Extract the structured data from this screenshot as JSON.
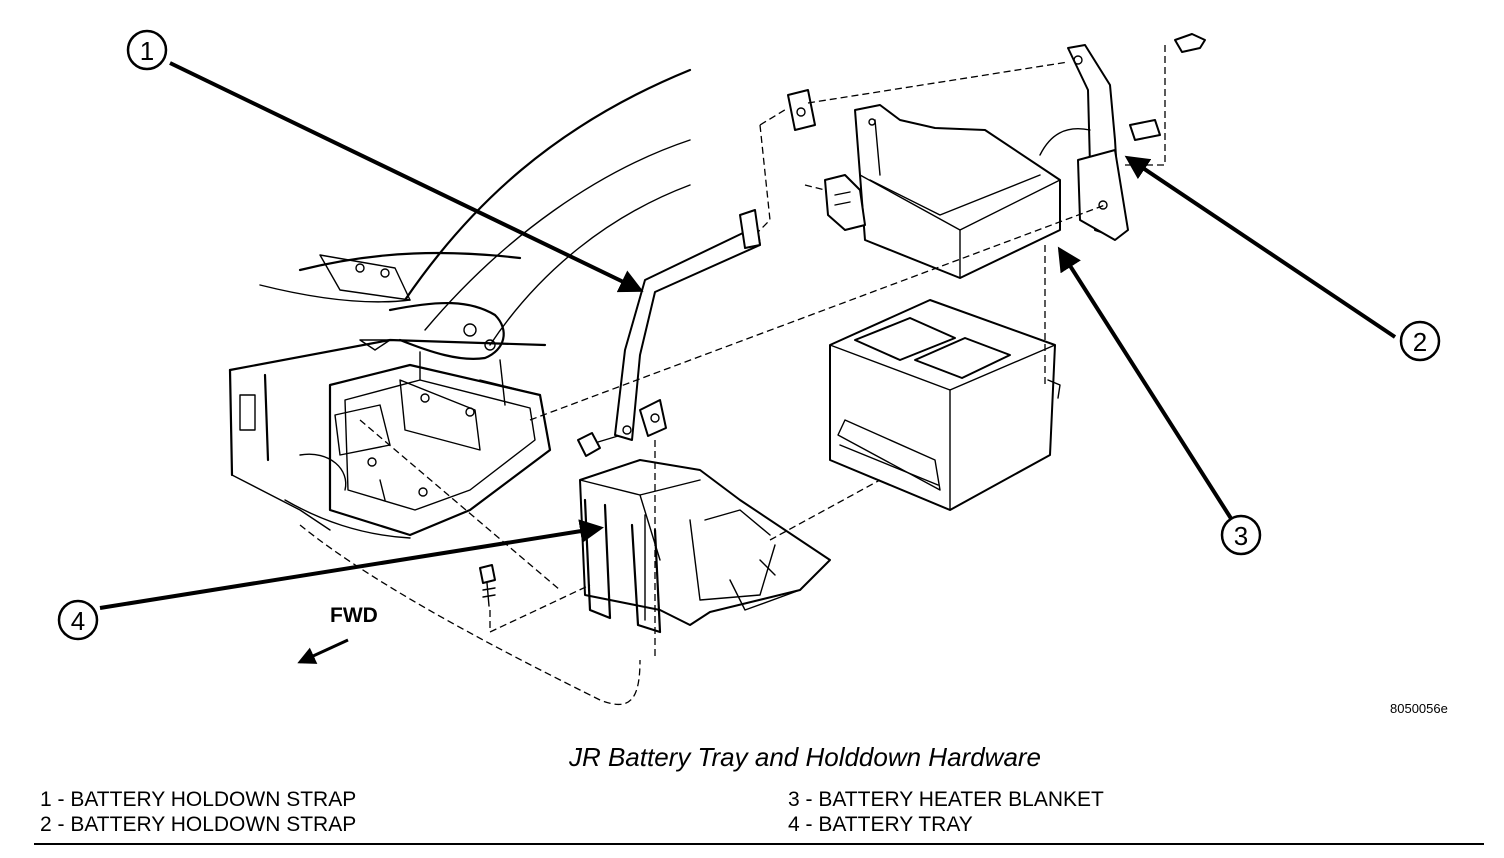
{
  "callouts": [
    "1",
    "2",
    "3",
    "4"
  ],
  "direction_label": "FWD",
  "figure_code": "8050056e",
  "caption": "JR Battery Tray and Holddown Hardware",
  "legend": [
    "1 - BATTERY HOLDOWN STRAP",
    "2 - BATTERY HOLDOWN STRAP",
    "3 - BATTERY HEATER BLANKET",
    "4 - BATTERY TRAY"
  ]
}
